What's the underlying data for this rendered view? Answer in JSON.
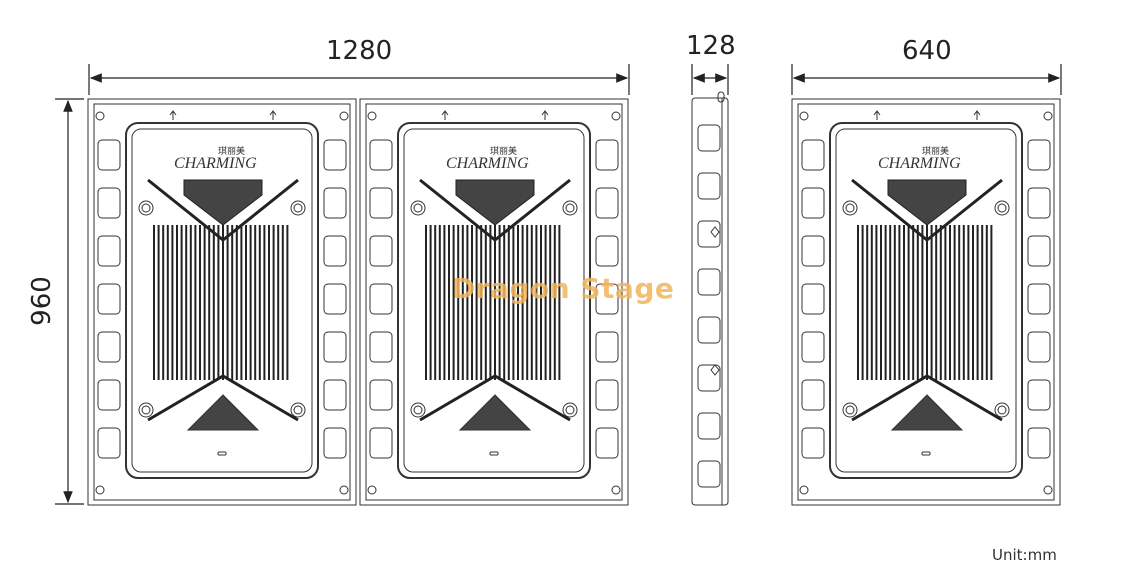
{
  "dimensions": {
    "width_two_panels": "1280",
    "depth": "128",
    "width_single_panel": "640",
    "height": "960"
  },
  "unit_label": "Unit:mm",
  "watermark": "Dragon Stage",
  "logo": {
    "text": "CHARMING",
    "chinese": "琪丽美"
  },
  "colors": {
    "line": "#222222",
    "watermark": "#f2b45a"
  }
}
